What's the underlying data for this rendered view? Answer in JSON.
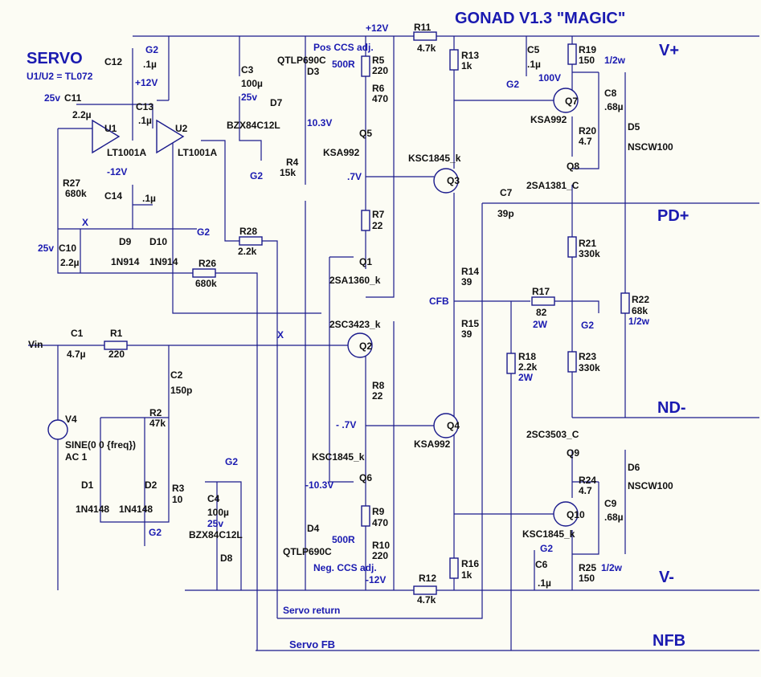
{
  "title": "GONAD V1.3 \"MAGIC\"",
  "servo_title": "SERVO",
  "servo_note": "U1/U2 = TL072",
  "rails": {
    "vplus": "V+",
    "vminus": "V-",
    "pd": "PD+",
    "nd": "ND-",
    "nfb": "NFB"
  },
  "nets": {
    "p12": "+12V",
    "m12": "-12V",
    "g2": "G2",
    "x": "X",
    "cfb": "CFB",
    "vin": "Vin",
    "v103p": "10.3V",
    "v103m": "-10.3V",
    "v07p": ".7V",
    "v07m": "- .7V",
    "servo_return": "Servo return",
    "servo_fb": "Servo FB",
    "pos_ccs": "Pos CCS adj.",
    "neg_ccs": "Neg. CCS adj.",
    "r500": "500R",
    "v25": "25v",
    "v100": "100V",
    "w12": "1/2w",
    "w2": "2W",
    "source_fn": "SINE(0 0 {freq})",
    "source_ac": "AC 1"
  },
  "parts": {
    "c12": "C12",
    "c12v": ".1µ",
    "c11": "C11",
    "c11v": "2.2µ",
    "c13": "C13",
    "c13v": ".1µ",
    "u1": "U1",
    "u2": "U2",
    "u1t": "LT1001A",
    "u2t": "LT1001A",
    "c14": "C14",
    "c14v": ".1µ",
    "r27": "R27",
    "r27v": "680k",
    "c10": "C10",
    "c10v": "2.2µ",
    "d9": "D9",
    "d9t": "1N914",
    "d10": "D10",
    "d10t": "1N914",
    "r28": "R28",
    "r28v": "2.2k",
    "r26": "R26",
    "r26v": "680k",
    "c3": "C3",
    "c3v": "100µ",
    "d7": "D7",
    "d7t": "BZX84C12L",
    "d3": "D3",
    "d3t": "QTLP690C",
    "r5": "R5",
    "r5v": "220",
    "r6": "R6",
    "r6v": "470",
    "q5": "Q5",
    "q5t": "KSA992",
    "r4": "R4",
    "r4v": "15k",
    "r7": "R7",
    "r7v": "22",
    "q1": "Q1",
    "q1t": "2SA1360_k",
    "q2": "Q2",
    "q2t": "2SC3423_k",
    "r8": "R8",
    "r8v": "22",
    "q6": "Q6",
    "q6t": "KSC1845_k",
    "r9": "R9",
    "r9v": "470",
    "r10": "R10",
    "r10v": "220",
    "d4": "D4",
    "d4t": "QTLP690C",
    "c4": "C4",
    "c4v": "100µ",
    "d8": "D8",
    "d8t": "BZX84C12L",
    "c1": "C1",
    "c1v": "4.7µ",
    "r1": "R1",
    "r1v": "220",
    "c2": "C2",
    "c2v": "150p",
    "r2": "R2",
    "r2v": "47k",
    "v4": "V4",
    "d1": "D1",
    "d1t": "1N4148",
    "d2": "D2",
    "d2t": "1N4148",
    "r3": "R3",
    "r3v": "10",
    "r11": "R11",
    "r11v": "4.7k",
    "r13": "R13",
    "r13v": "1k",
    "q3": "Q3",
    "q3t": "KSC1845_k",
    "q4": "Q4",
    "q4t": "KSA992",
    "r14": "R14",
    "r14v": "39",
    "r15": "R15",
    "r15v": "39",
    "r16": "R16",
    "r16v": "1k",
    "r12": "R12",
    "r12v": "4.7k",
    "c5": "C5",
    "c5v": ".1µ",
    "c6": "C6",
    "c6v": ".1µ",
    "r19": "R19",
    "r19v": "150",
    "q7": "Q7",
    "q7t": "KSA992",
    "r20": "R20",
    "r20v": "4.7",
    "q8": "Q8",
    "q8t": "2SA1381_C",
    "c8": "C8",
    "c8v": ".68µ",
    "d5": "D5",
    "d5t": "NSCW100",
    "c7": "C7",
    "c7v": "39p",
    "r21": "R21",
    "r21v": "330k",
    "r17": "R17",
    "r17v": "82",
    "r22": "R22",
    "r22v": "68k",
    "r18": "R18",
    "r18v": "2.2k",
    "r23": "R23",
    "r23v": "330k",
    "q9": "Q9",
    "q9t": "2SC3503_C",
    "d6": "D6",
    "d6t": "NSCW100",
    "r24": "R24",
    "r24v": "4.7",
    "q10": "Q10",
    "q10t": "KSC1845_k",
    "c9": "C9",
    "c9v": ".68µ",
    "r25": "R25",
    "r25w": "1/2w",
    "r25v": "150"
  },
  "colors": {
    "wire": "#1a1a8c",
    "text": "#111111",
    "accent": "#1a1ab0",
    "background": "#fcfcf4"
  }
}
